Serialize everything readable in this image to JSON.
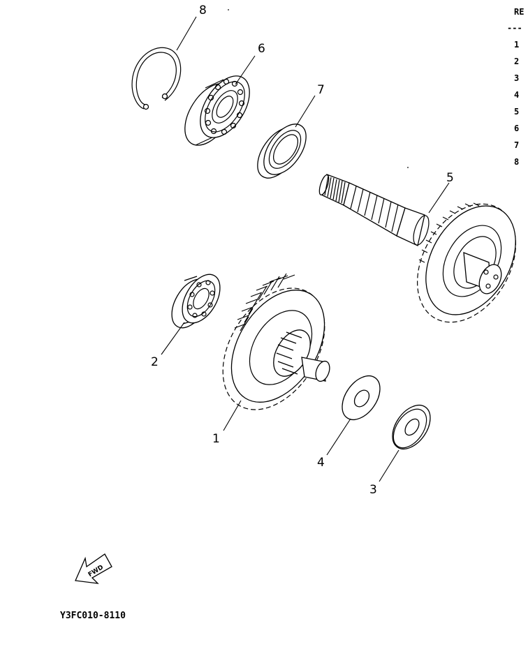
{
  "diagram": {
    "callouts": [
      "1",
      "2",
      "3",
      "4",
      "5",
      "6",
      "7",
      "8"
    ],
    "ref_header": "RE",
    "ref_dashes": "---",
    "ref_numbers": [
      "1",
      "2",
      "3",
      "4",
      "5",
      "6",
      "7",
      "8"
    ],
    "fwd_label": "FWD",
    "drawing_code": "Y3FC010-8110"
  }
}
